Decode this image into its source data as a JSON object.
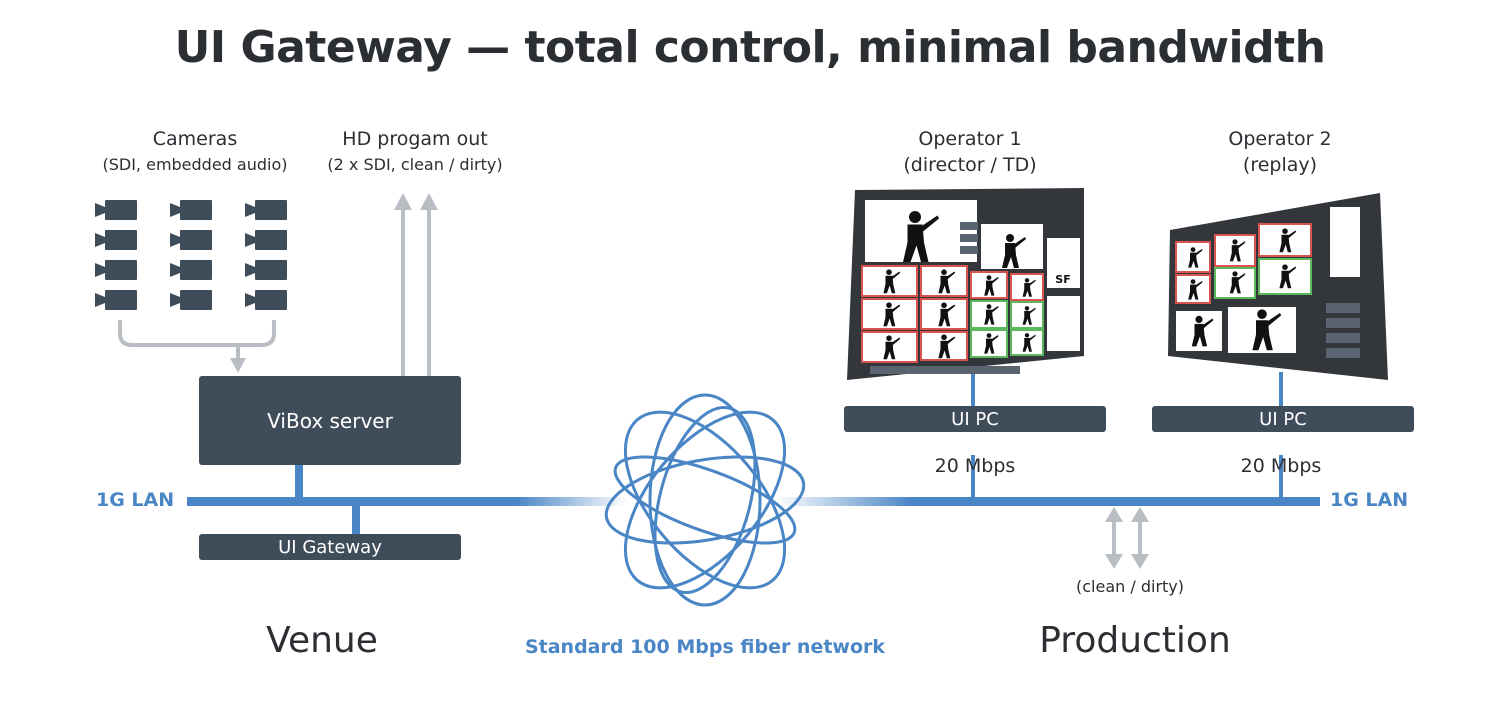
{
  "title": "UI Gateway — total control, minimal bandwidth",
  "cameras": {
    "label": "Cameras",
    "sublabel": "(SDI, embedded audio)"
  },
  "hd_out": {
    "label": "HD progam out",
    "sublabel": "(2 x SDI, clean / dirty)"
  },
  "operator1": {
    "label": "Operator 1",
    "sublabel": "(director / TD)"
  },
  "operator2": {
    "label": "Operator 2",
    "sublabel": "(replay)"
  },
  "vibox": {
    "label": "ViBox server"
  },
  "ui_gateway": {
    "label": "UI Gateway"
  },
  "ui_pc_1": {
    "label": "UI PC",
    "bandwidth": "20 Mbps"
  },
  "ui_pc_2": {
    "label": "UI PC",
    "bandwidth": "20 Mbps"
  },
  "lan_left": "1G LAN",
  "lan_right": "1G LAN",
  "clean_dirty": "(clean / dirty)",
  "network_label": "Standard 100 Mbps fiber network",
  "venue_label": "Venue",
  "production_label": "Production",
  "colors": {
    "dark_box": "#3f4c5a",
    "lan_blue": "#4a86c5",
    "arrow_gray": "#b9bec4",
    "screen_frame": "#33373c",
    "tile_red": "#d9534f",
    "tile_green": "#5cb85c"
  }
}
